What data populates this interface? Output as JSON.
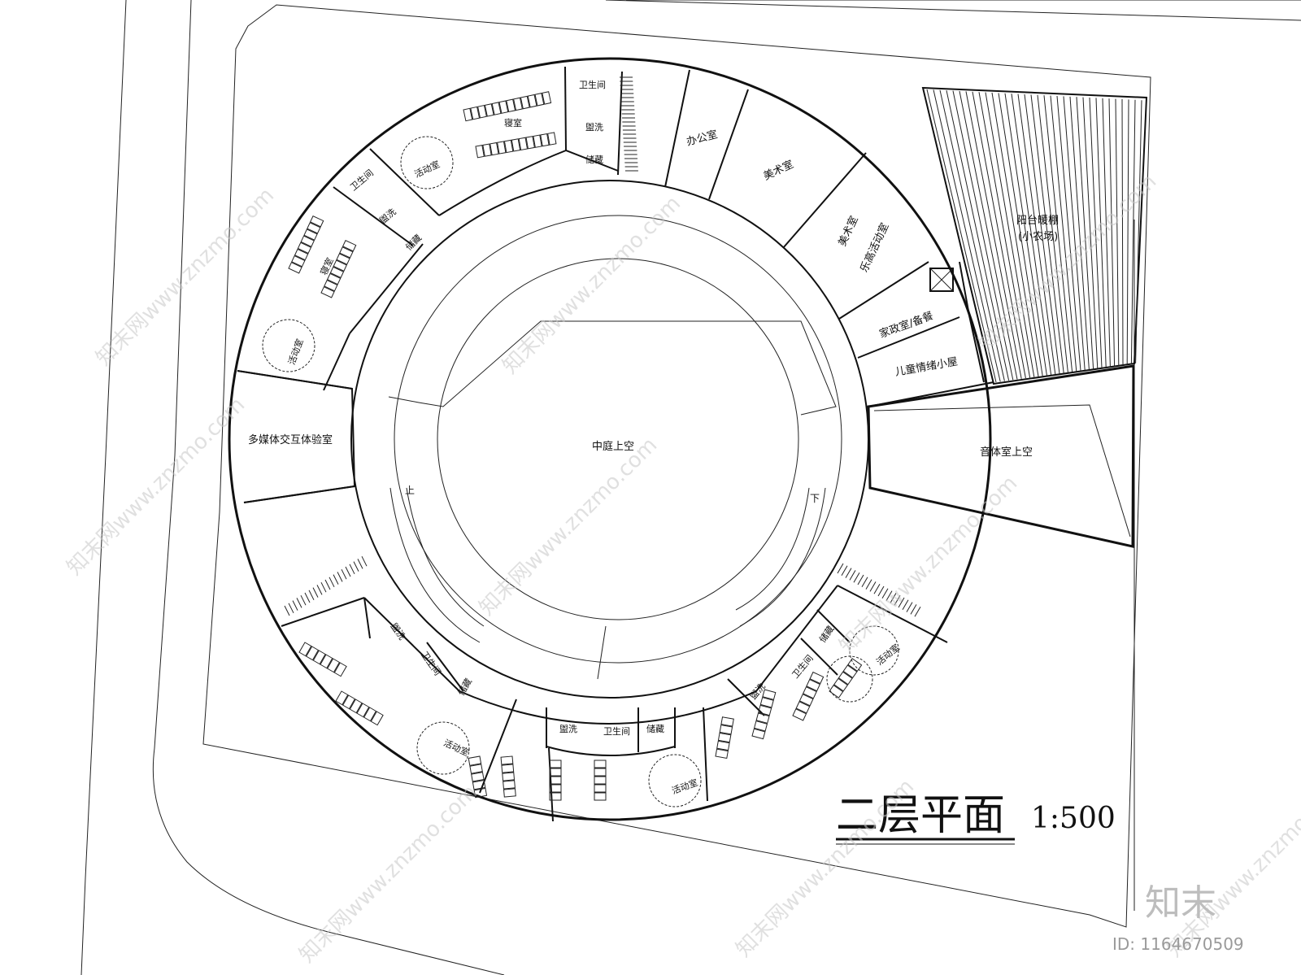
{
  "title": {
    "main": "二层平面",
    "scale": "1:500"
  },
  "rooms": {
    "north_toilet": "卫生间",
    "north_wash": "盥洗",
    "north_storage": "储藏",
    "north_bedroom": "寝室",
    "north_activity": "活动室",
    "nw_toilet": "卫生间",
    "nw_wash": "盥洗",
    "nw_storage": "储藏",
    "w_bedroom": "寝室",
    "w_activity": "活动室",
    "multimedia": "多媒体交互体验室",
    "office": "办公室",
    "art_room": "美术室",
    "music_room_line1": "美术室",
    "music_room_line2": "乐高活动室",
    "housekeeping": "家政室/备餐",
    "emotion_hut": "儿童情绪小屋",
    "greenhouse_line1": "阳台暖棚",
    "greenhouse_line2": "(小农场)",
    "gym_void": "音体室上空",
    "atrium_void": "中庭上空",
    "sw_wash": "盥洗",
    "sw_toilet": "卫生间",
    "sw_storage": "储藏",
    "sw_activity": "活动室",
    "s_wash": "盥洗",
    "s_toilet": "卫生间",
    "s_storage": "储藏",
    "s_activity": "活动室",
    "se_wash": "盥洗",
    "se_toilet": "卫生间",
    "se_storage": "储藏",
    "se_activity": "活动室"
  },
  "ramp": {
    "up": "上",
    "down": "下"
  },
  "watermark": {
    "text": "知末网www.znzmo.com",
    "logo": "知末",
    "id": "ID: 1164670509"
  }
}
